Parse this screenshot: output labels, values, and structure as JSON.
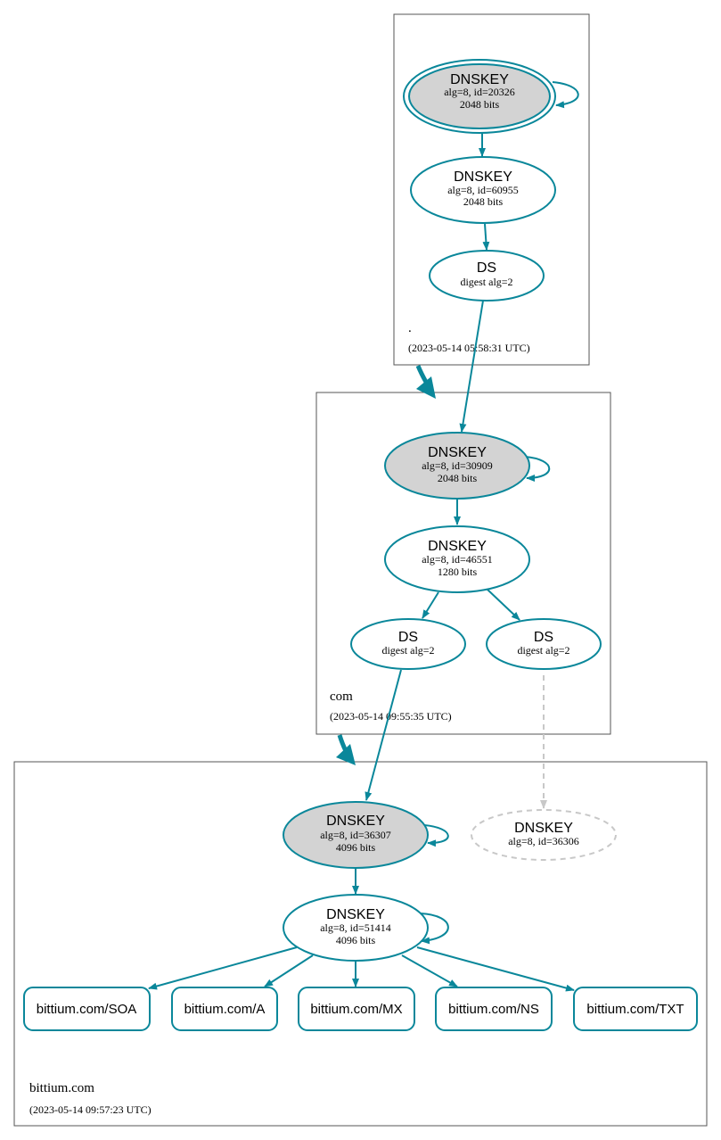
{
  "colors": {
    "edge": "#0a879a",
    "secure_fill": "#d3d3d3",
    "insecure": "#c8c8c8",
    "zone_border": "#555555"
  },
  "zones": {
    "root": {
      "name": ".",
      "timestamp": "(2023-05-14 05:58:31 UTC)"
    },
    "com": {
      "name": "com",
      "timestamp": "(2023-05-14 09:55:35 UTC)"
    },
    "bittium": {
      "name": "bittium.com",
      "timestamp": "(2023-05-14 09:57:23 UTC)"
    }
  },
  "nodes": {
    "root_ksk": {
      "title": "DNSKEY",
      "line1": "alg=8, id=20326",
      "line2": "2048 bits"
    },
    "root_zsk": {
      "title": "DNSKEY",
      "line1": "alg=8, id=60955",
      "line2": "2048 bits"
    },
    "root_ds": {
      "title": "DS",
      "line1": "digest alg=2"
    },
    "com_ksk": {
      "title": "DNSKEY",
      "line1": "alg=8, id=30909",
      "line2": "2048 bits"
    },
    "com_zsk": {
      "title": "DNSKEY",
      "line1": "alg=8, id=46551",
      "line2": "1280 bits"
    },
    "com_ds1": {
      "title": "DS",
      "line1": "digest alg=2"
    },
    "com_ds2": {
      "title": "DS",
      "line1": "digest alg=2"
    },
    "bit_ksk": {
      "title": "DNSKEY",
      "line1": "alg=8, id=36307",
      "line2": "4096 bits"
    },
    "bit_missing": {
      "title": "DNSKEY",
      "line1": "alg=8, id=36306"
    },
    "bit_zsk": {
      "title": "DNSKEY",
      "line1": "alg=8, id=51414",
      "line2": "4096 bits"
    }
  },
  "rrsets": [
    "bittium.com/SOA",
    "bittium.com/A",
    "bittium.com/MX",
    "bittium.com/NS",
    "bittium.com/TXT"
  ]
}
